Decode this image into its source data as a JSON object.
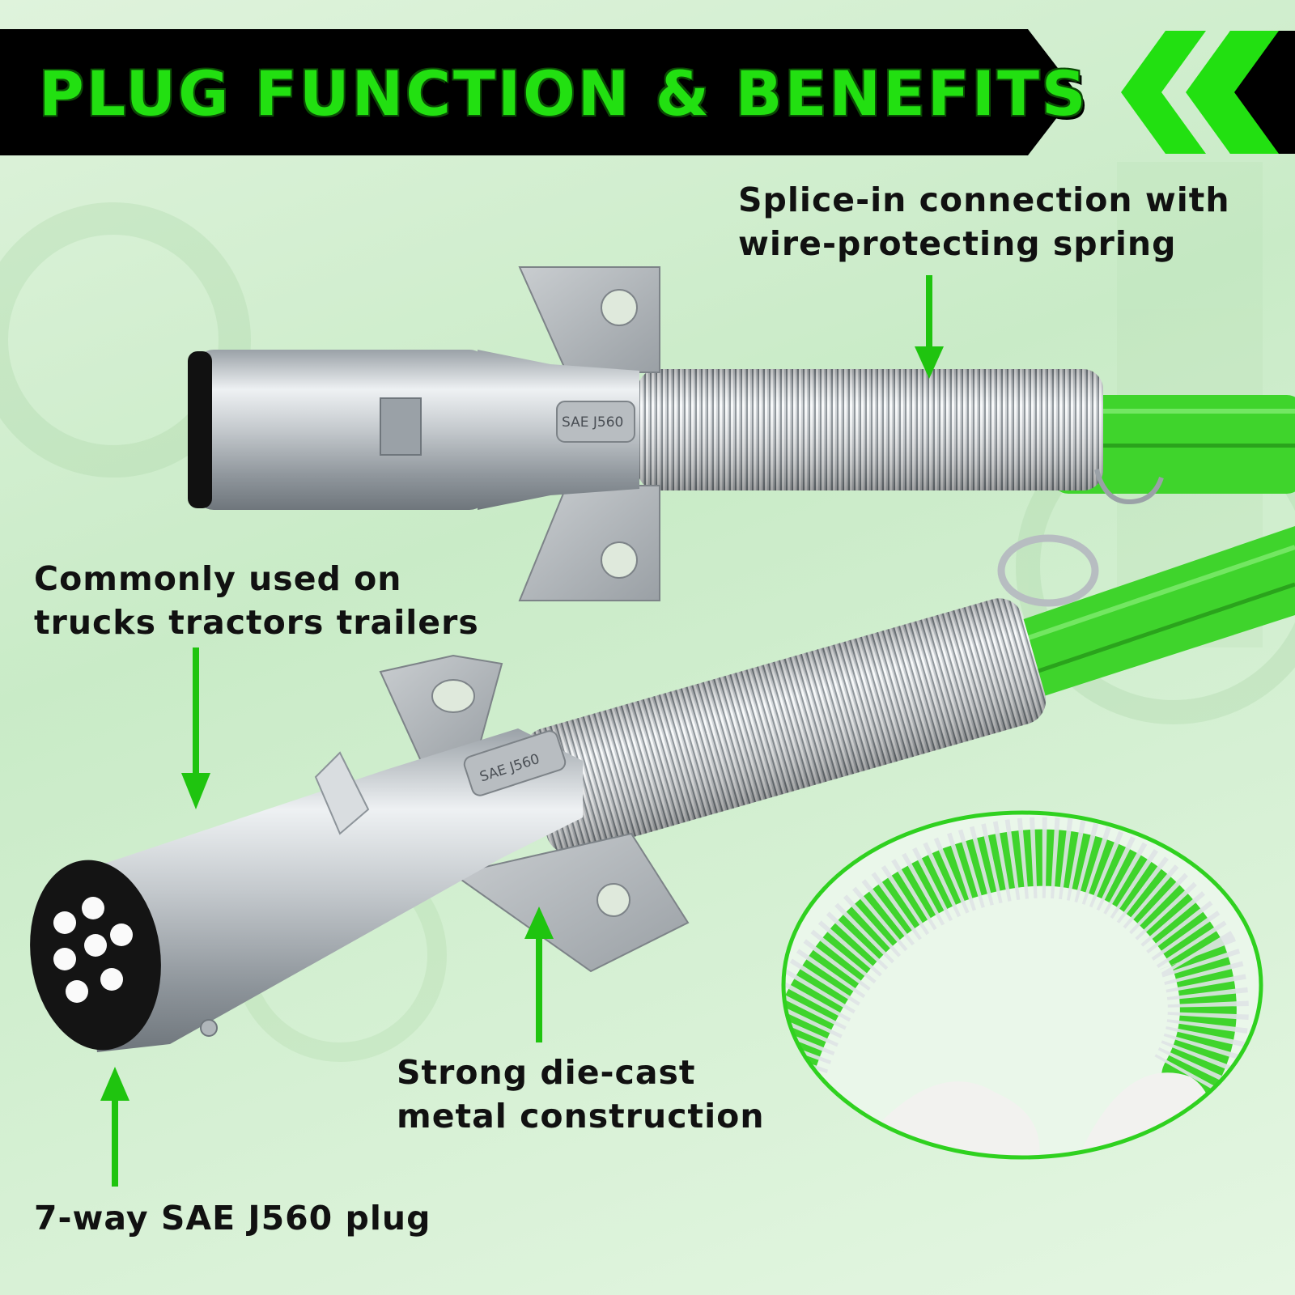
{
  "banner": {
    "title": "PLUG FUNCTION & BENEFITS"
  },
  "callouts": {
    "splice": {
      "line1": "Splice-in connection with",
      "line2": "wire-protecting spring"
    },
    "common": {
      "line1": "Commonly used on",
      "line2": "trucks tractors trailers"
    },
    "diecast": {
      "line1": "Strong die-cast",
      "line2": "metal construction"
    },
    "plug": {
      "line1": "7-way SAE J560 plug"
    }
  },
  "stamps": {
    "top": "SAE J560",
    "bottom": "SAE J560"
  },
  "colors": {
    "accent": "#22e011",
    "cable": "#3fd42c",
    "banner_bg": "#000000",
    "arrow": "#1fc40f"
  },
  "icons": [
    "double-chevron-left-icon",
    "arrow-down-icon",
    "arrow-up-icon"
  ]
}
